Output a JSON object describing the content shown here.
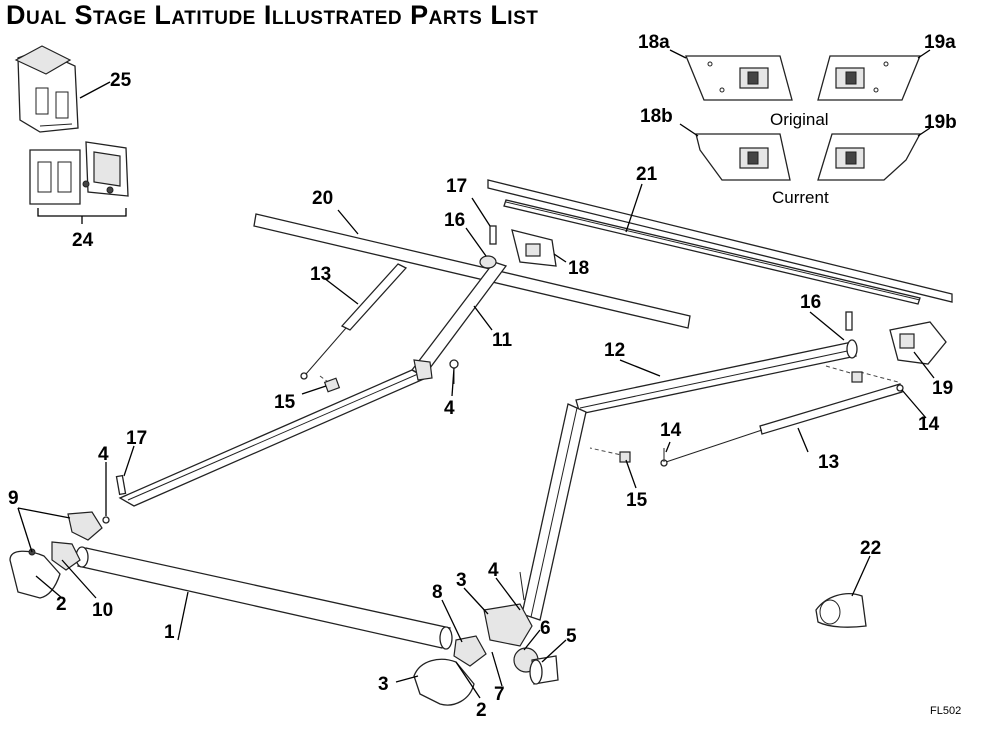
{
  "title": "Dual Stage Latitude Illustrated Parts List",
  "figure_code": "FL502",
  "captions": {
    "original": "Original",
    "current": "Current"
  },
  "callouts": {
    "c1": "1",
    "c2a": "2",
    "c2b": "2",
    "c3a": "3",
    "c3b": "3",
    "c4a": "4",
    "c4b": "4",
    "c4c": "4",
    "c5": "5",
    "c6": "6",
    "c7": "7",
    "c8": "8",
    "c9": "9",
    "c10": "10",
    "c11": "11",
    "c12": "12",
    "c13a": "13",
    "c13b": "13",
    "c14a": "14",
    "c14b": "14",
    "c15a": "15",
    "c15b": "15",
    "c16a": "16",
    "c16b": "16",
    "c17a": "17",
    "c17b": "17",
    "c18": "18",
    "c18a": "18a",
    "c18b": "18b",
    "c19": "19",
    "c19a": "19a",
    "c19b": "19b",
    "c20": "20",
    "c21": "21",
    "c22": "22",
    "c24": "24",
    "c25": "25"
  }
}
